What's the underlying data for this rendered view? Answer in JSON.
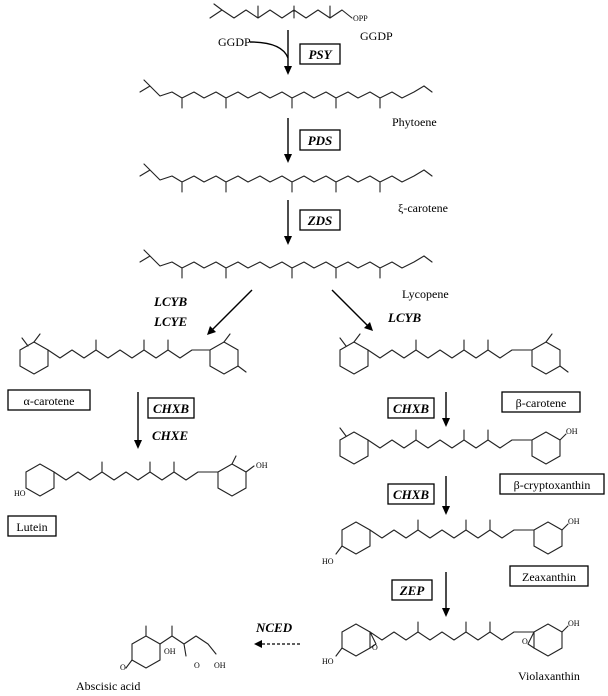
{
  "substrates": {
    "ggdp_left": "GGDP",
    "ggdp_right": "GGDP",
    "opp": "OPP"
  },
  "enzymes": {
    "psy": "PSY",
    "pds": "PDS",
    "zds": "ZDS",
    "lcyb_left": "LCYB",
    "lcye": "LCYE",
    "lcyb_right": "LCYB",
    "chxb_left": "CHXB",
    "chxe": "CHXE",
    "chxb_right1": "CHXB",
    "chxb_right2": "CHXB",
    "zep": "ZEP",
    "nced": "NCED"
  },
  "compounds": {
    "phytoene": "Phytoene",
    "zeta_carotene": "ξ-carotene",
    "lycopene": "Lycopene",
    "alpha_carotene": "α-carotene",
    "beta_carotene": "β-carotene",
    "lutein": "Lutein",
    "beta_cryptoxanthin": "β-cryptoxanthin",
    "zeaxanthin": "Zeaxanthin",
    "violaxanthin": "Violaxanthin",
    "abscisic_acid": "Abscisic acid"
  },
  "atoms": {
    "ho": "HO",
    "oh": "OH",
    "o": "O"
  }
}
